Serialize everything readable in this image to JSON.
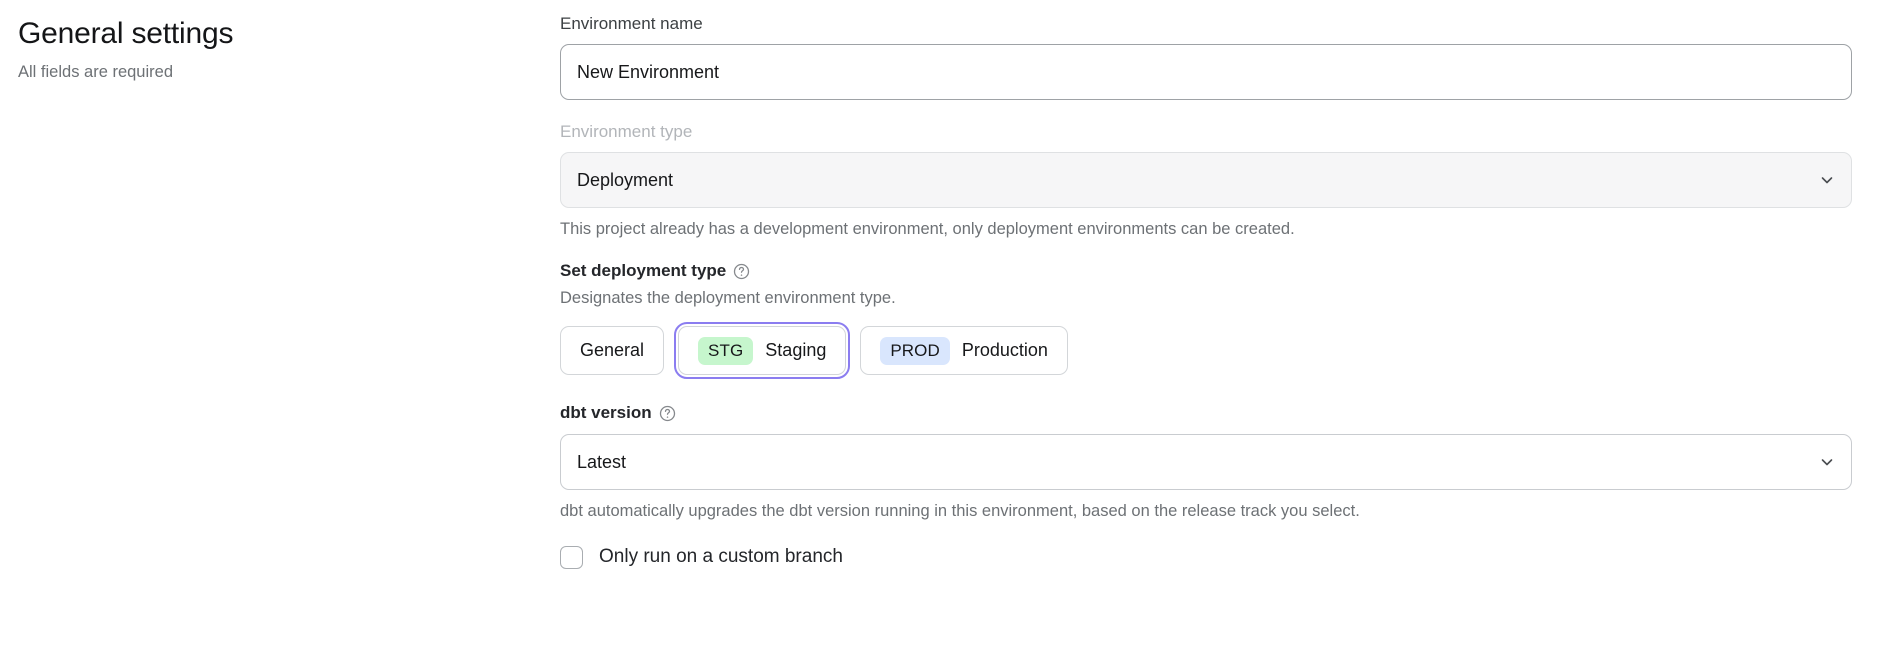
{
  "header": {
    "title": "General settings",
    "subtitle": "All fields are required"
  },
  "form": {
    "environment_name": {
      "label": "Environment name",
      "value": "New Environment",
      "placeholder": ""
    },
    "environment_type": {
      "label": "Environment type",
      "value": "Deployment",
      "help_text": "This project already has a development environment, only deployment environments can be created.",
      "disabled": true,
      "chevron_icon": "chevron-down-icon"
    },
    "deployment_type": {
      "label": "Set deployment type",
      "help_icon": "help-circle-icon",
      "description": "Designates the deployment environment type.",
      "selected": "Staging",
      "options": [
        {
          "label": "General",
          "badge": "",
          "badge_color": ""
        },
        {
          "label": "Staging",
          "badge": "STG",
          "badge_color": "#c6f6cd"
        },
        {
          "label": "Production",
          "badge": "PROD",
          "badge_color": "#d9e6fd"
        }
      ]
    },
    "dbt_version": {
      "label": "dbt version",
      "help_icon": "help-circle-icon",
      "value": "Latest",
      "help_text": "dbt automatically upgrades the dbt version running in this environment, based on the release track you select.",
      "chevron_icon": "chevron-down-icon"
    },
    "custom_branch": {
      "label": "Only run on a custom branch",
      "checked": false
    }
  },
  "colors": {
    "selected_ring": "#8b7df0",
    "stg_badge_bg": "#c6f6cd",
    "prod_badge_bg": "#d9e6fd",
    "muted_text": "#6d7175"
  }
}
